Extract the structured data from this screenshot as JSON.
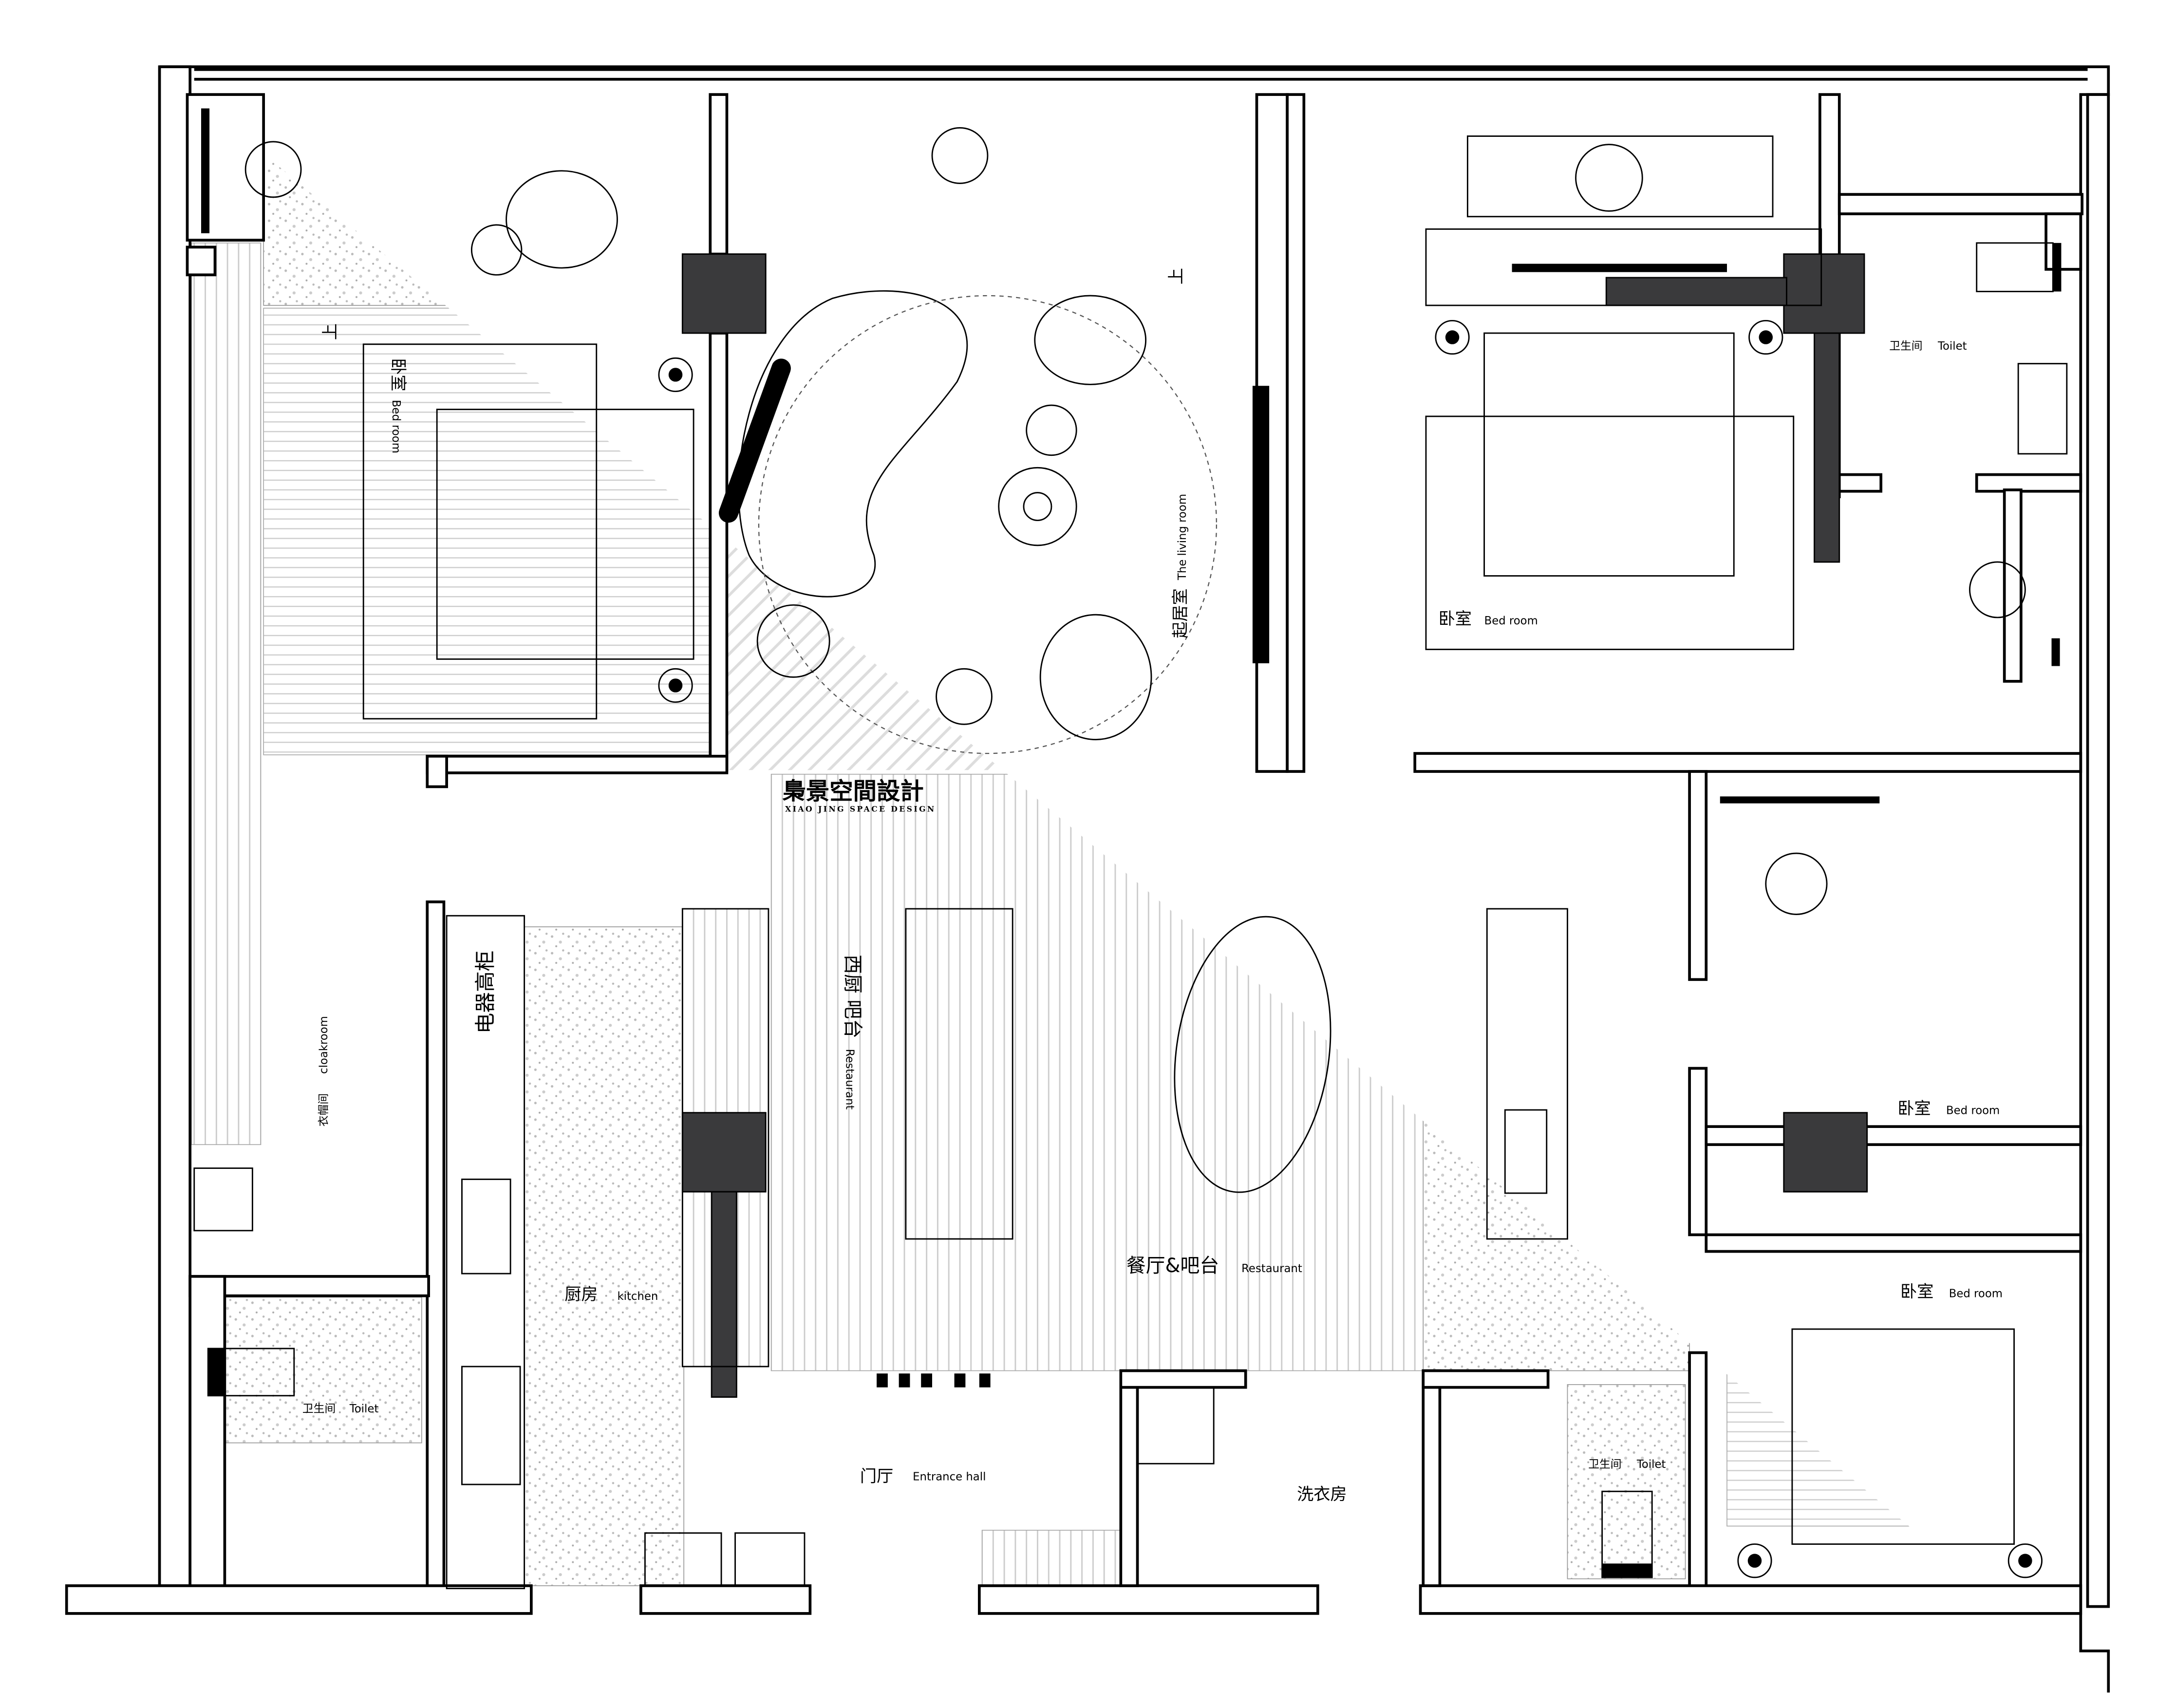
{
  "brand": {
    "name_cn": "梟景空間設計",
    "name_en": "XIAO JING SPACE DESIGN"
  },
  "rooms": {
    "bedroom_nw": {
      "cn": "卧室",
      "en": "Bed room"
    },
    "living": {
      "cn": "起居室",
      "en": "The living room"
    },
    "bedroom_ne": {
      "cn": "卧室",
      "en": "Bed room"
    },
    "toilet_ne": {
      "cn": "卫生间",
      "en": "Toilet"
    },
    "cloakroom": {
      "cn": "衣帽间",
      "en": "cloakroom"
    },
    "appliance_cabinet": {
      "cn": "电器高柜"
    },
    "western_kitchen": {
      "cn": "西厨 吧台",
      "en": "Restaurant"
    },
    "kitchen": {
      "cn": "厨房",
      "en": "kitchen"
    },
    "dining": {
      "cn": "餐厅&吧台",
      "en": "Restaurant"
    },
    "bedroom_e": {
      "cn": "卧室",
      "en": "Bed room"
    },
    "bedroom_se": {
      "cn": "卧室",
      "en": "Bed room"
    },
    "toilet_sw": {
      "cn": "卫生间",
      "en": "Toilet"
    },
    "entrance": {
      "cn": "门厅",
      "en": "Entrance hall"
    },
    "laundry": {
      "cn": "洗衣房"
    },
    "toilet_s": {
      "cn": "卫生间",
      "en": "Toilet"
    }
  },
  "stairs": {
    "up_label": "上"
  }
}
